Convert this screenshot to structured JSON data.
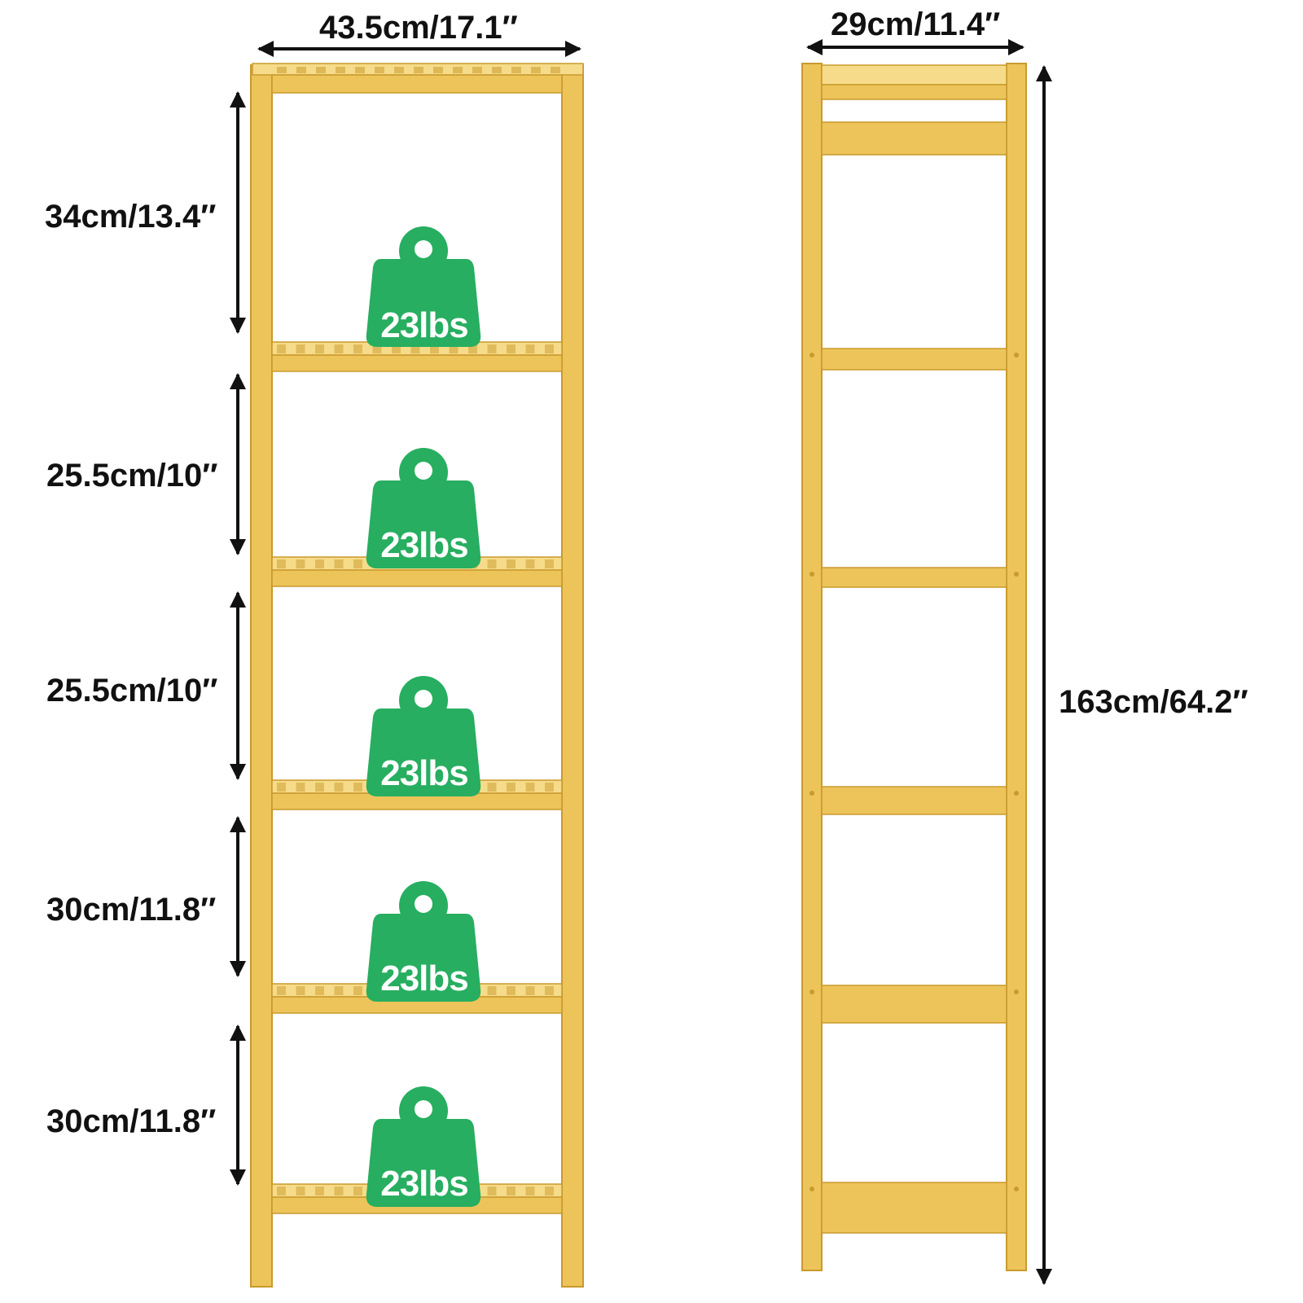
{
  "front_view": {
    "width_label": "43.5cm/17.1″",
    "shelf_gaps": [
      {
        "label": "34cm/13.4″"
      },
      {
        "label": "25.5cm/10″"
      },
      {
        "label": "25.5cm/10″"
      },
      {
        "label": "30cm/11.8″"
      },
      {
        "label": "30cm/11.8″"
      }
    ],
    "weight_badges": [
      {
        "label": "23lbs"
      },
      {
        "label": "23lbs"
      },
      {
        "label": "23lbs"
      },
      {
        "label": "23lbs"
      },
      {
        "label": "23lbs"
      }
    ]
  },
  "side_view": {
    "depth_label": "29cm/11.4″",
    "height_label": "163cm/64.2″"
  },
  "colors": {
    "wood": "#EDC45A",
    "wood_dark": "#C99A2C",
    "wood_light": "#F6DC8A",
    "badge": "#27AE60",
    "ink": "#111111"
  }
}
